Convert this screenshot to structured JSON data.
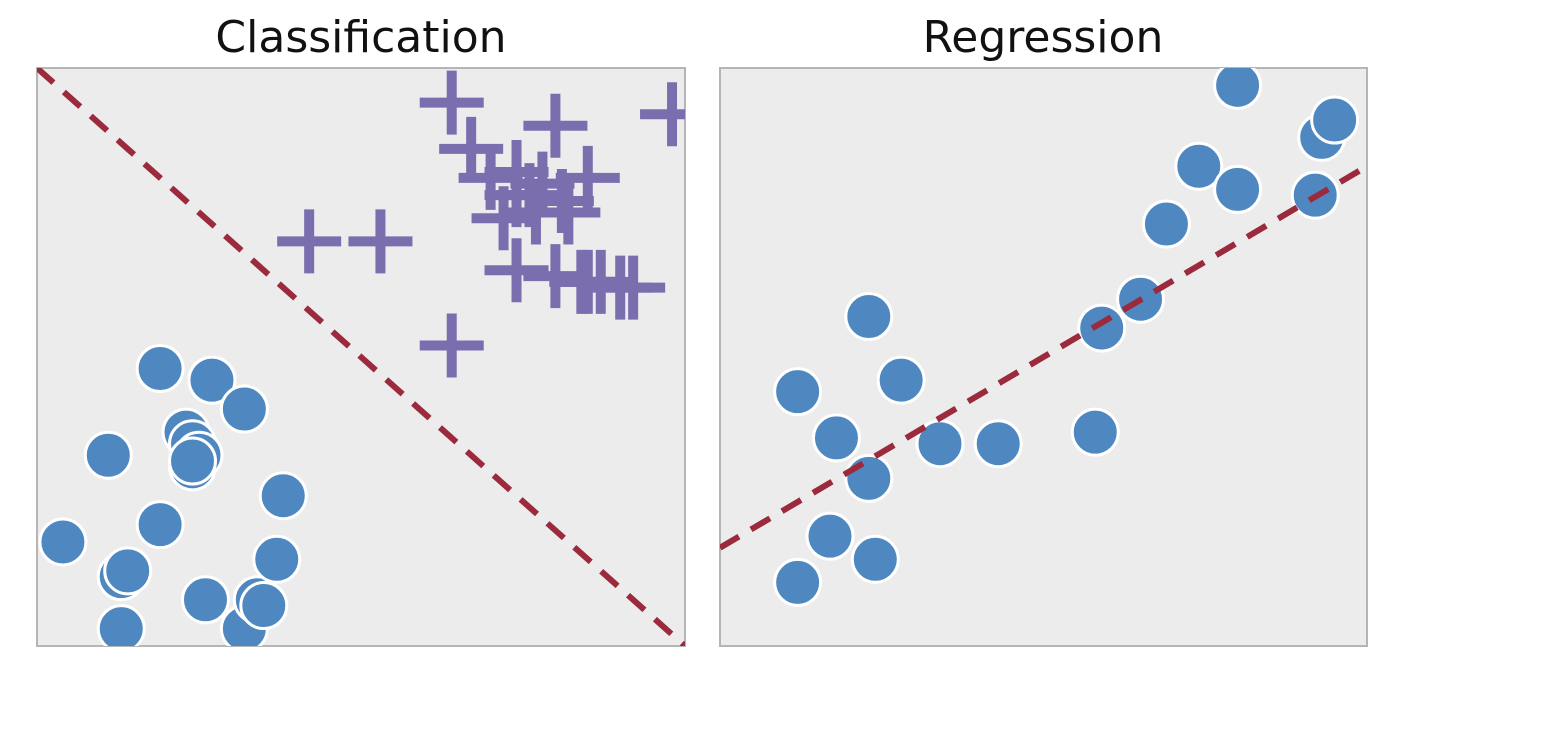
{
  "chart_data": [
    {
      "type": "scatter",
      "title": "Classification",
      "xlim": [
        0,
        100
      ],
      "ylim": [
        0,
        100
      ],
      "grid": false,
      "legend": "none",
      "series": [
        {
          "marker": "circle",
          "color": "#4f88c0",
          "points": [
            [
              4,
              18
            ],
            [
              11,
              33
            ],
            [
              13,
              12
            ],
            [
              14,
              13
            ],
            [
              13,
              3
            ],
            [
              19,
              48
            ],
            [
              19,
              21
            ],
            [
              23,
              37
            ],
            [
              24,
              35
            ],
            [
              24,
              31
            ],
            [
              25,
              33
            ],
            [
              24,
              32
            ],
            [
              26,
              8
            ],
            [
              27,
              46
            ],
            [
              32,
              41
            ],
            [
              32,
              3
            ],
            [
              34,
              8
            ],
            [
              35,
              7
            ],
            [
              37,
              15
            ],
            [
              38,
              26
            ]
          ]
        },
        {
          "marker": "plus",
          "color": "#7b6eae",
          "points": [
            [
              42,
              70
            ],
            [
              53,
              70
            ],
            [
              64,
              52
            ],
            [
              64,
              94
            ],
            [
              67,
              86
            ],
            [
              70,
              81
            ],
            [
              72,
              74
            ],
            [
              74,
              78
            ],
            [
              74,
              65
            ],
            [
              74,
              82
            ],
            [
              76,
              78
            ],
            [
              77,
              75
            ],
            [
              78,
              80
            ],
            [
              80,
              64
            ],
            [
              80,
              90
            ],
            [
              81,
              77
            ],
            [
              82,
              75
            ],
            [
              84,
              63
            ],
            [
              85,
              63
            ],
            [
              85,
              81
            ],
            [
              87,
              63
            ],
            [
              90,
              62
            ],
            [
              92,
              62
            ],
            [
              98,
              92
            ]
          ]
        }
      ],
      "boundary": {
        "style": "dashed",
        "color": "#9b2a3c",
        "points": [
          [
            0,
            100
          ],
          [
            100,
            0
          ]
        ]
      }
    },
    {
      "type": "scatter",
      "title": "Regression",
      "xlim": [
        0,
        100
      ],
      "ylim": [
        0,
        100
      ],
      "grid": false,
      "legend": "none",
      "series": [
        {
          "marker": "circle",
          "color": "#4f88c0",
          "points": [
            [
              12,
              11
            ],
            [
              12,
              44
            ],
            [
              17,
              19
            ],
            [
              18,
              36
            ],
            [
              23,
              57
            ],
            [
              23,
              29
            ],
            [
              24,
              15
            ],
            [
              28,
              46
            ],
            [
              34,
              35
            ],
            [
              43,
              35
            ],
            [
              58,
              37
            ],
            [
              59,
              55
            ],
            [
              65,
              60
            ],
            [
              69,
              73
            ],
            [
              74,
              83
            ],
            [
              80,
              79
            ],
            [
              80,
              97
            ],
            [
              92,
              78
            ],
            [
              93,
              88
            ],
            [
              95,
              91
            ]
          ]
        }
      ],
      "fit_line": {
        "style": "dashed",
        "color": "#9b2a3c",
        "points": [
          [
            0,
            17
          ],
          [
            100,
            83
          ]
        ]
      }
    }
  ]
}
